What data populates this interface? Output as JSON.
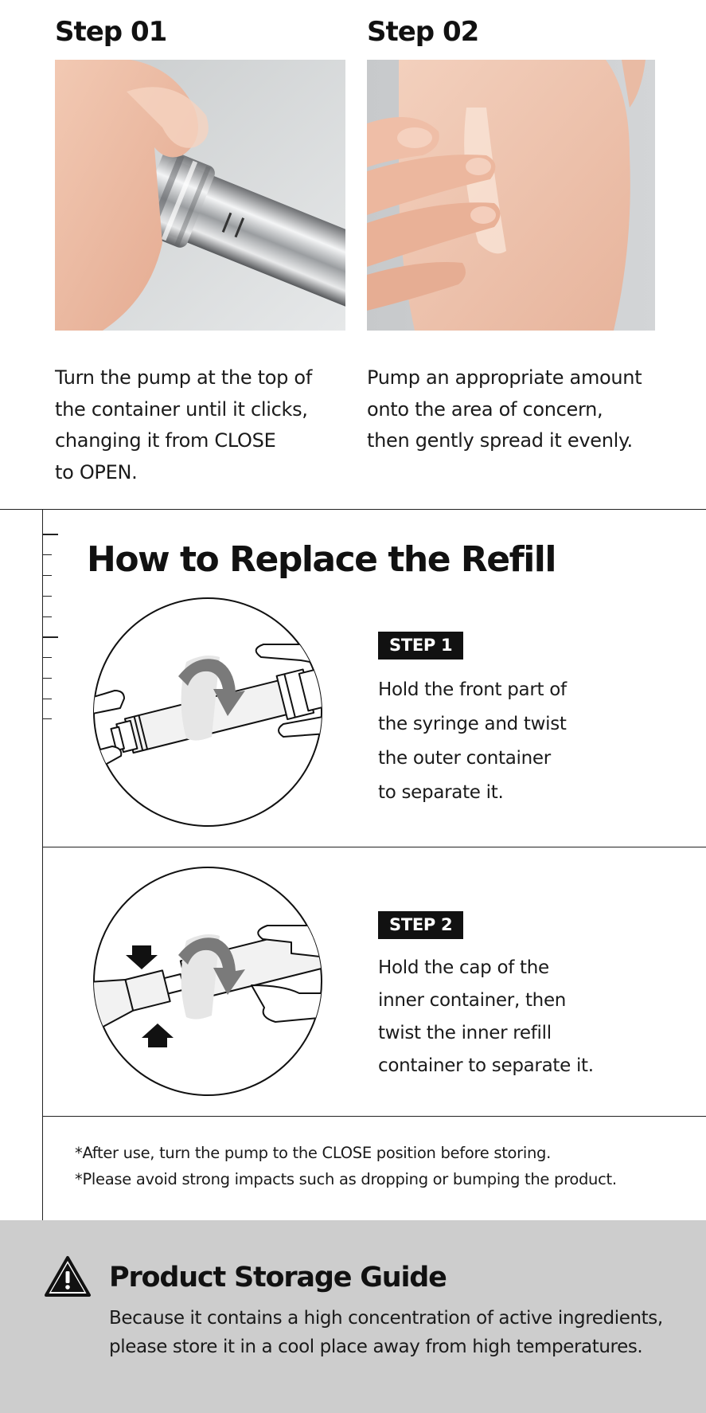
{
  "usage_steps": [
    {
      "heading": "Step 01",
      "lines": [
        "Turn the pump at the top of",
        "the container until it clicks,",
        "changing it from CLOSE",
        "to OPEN."
      ]
    },
    {
      "heading": "Step 02",
      "lines": [
        "Pump an appropriate amount",
        "onto the area of concern,",
        "then gently spread it evenly."
      ]
    }
  ],
  "refill": {
    "title": "How to Replace the Refill",
    "steps": [
      {
        "badge": "STEP 1",
        "lines": [
          "Hold the front part of",
          "the syringe and twist",
          "the outer container",
          "to separate it."
        ]
      },
      {
        "badge": "STEP 2",
        "lines": [
          "Hold the cap of the",
          "inner container, then",
          "twist the inner refill",
          "container to separate it."
        ]
      }
    ],
    "notes": [
      "*After use, turn the pump to the CLOSE position before storing.",
      "*Please avoid strong impacts such as dropping or bumping the product."
    ]
  },
  "storage": {
    "icon": "warning-icon",
    "title": "Product Storage Guide",
    "lines": [
      "Because it contains a high concentration of active ingredients,",
      "please store it in a cool place away from high temperatures."
    ]
  },
  "colors": {
    "text": "#111111",
    "badge_bg": "#111111",
    "storage_bg": "#cdcdcd",
    "line": "#222222"
  }
}
